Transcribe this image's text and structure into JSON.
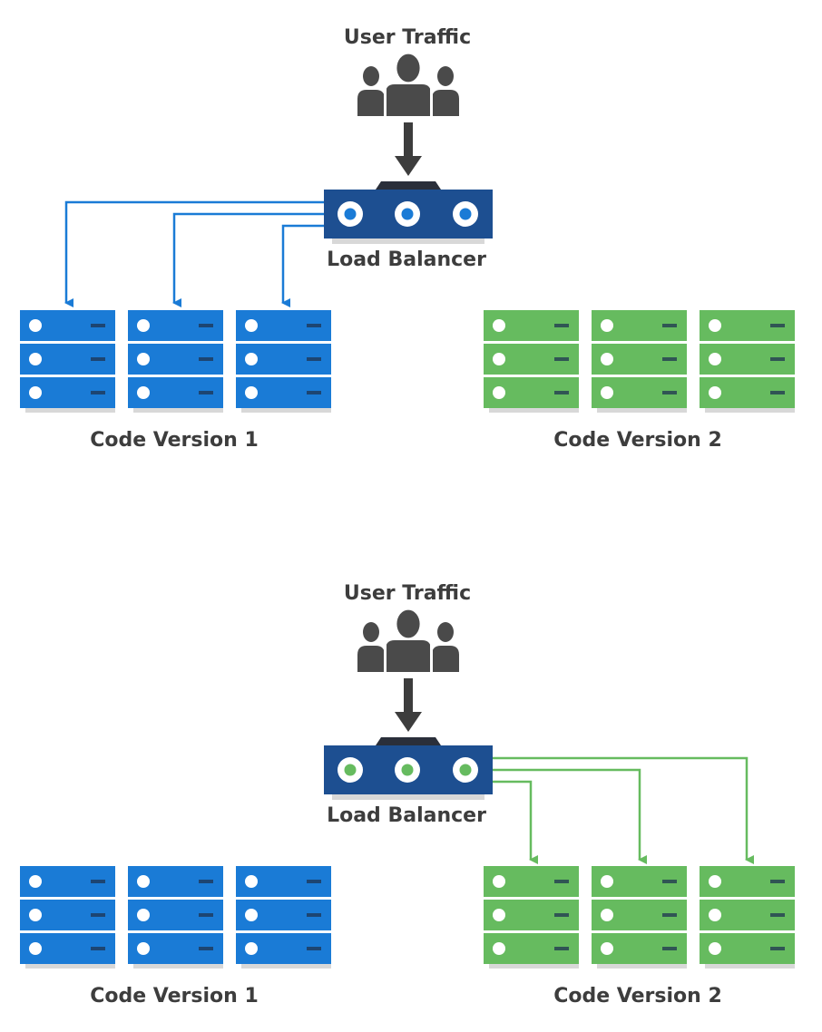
{
  "colors": {
    "blue": "#1a7bd6",
    "blue_dark": "#1d4f91",
    "green": "#66bb5f",
    "people": "#4a4a4a",
    "arrow": "#3d3d3d",
    "shadow": "#d8d8d8"
  },
  "icons": {
    "users": "users-icon",
    "load_balancer": "load-balancer-icon",
    "server": "server-rack-icon"
  },
  "panels": [
    {
      "user_traffic_label": "User Traffic",
      "load_balancer_label": "Load Balancer",
      "active_version": 1,
      "clusters": [
        {
          "label": "Code Version 1",
          "color": "blue",
          "servers": 3
        },
        {
          "label": "Code Version 2",
          "color": "green",
          "servers": 3
        }
      ]
    },
    {
      "user_traffic_label": "User Traffic",
      "load_balancer_label": "Load Balancer",
      "active_version": 2,
      "clusters": [
        {
          "label": "Code Version 1",
          "color": "blue",
          "servers": 3
        },
        {
          "label": "Code Version 2",
          "color": "green",
          "servers": 3
        }
      ]
    }
  ]
}
